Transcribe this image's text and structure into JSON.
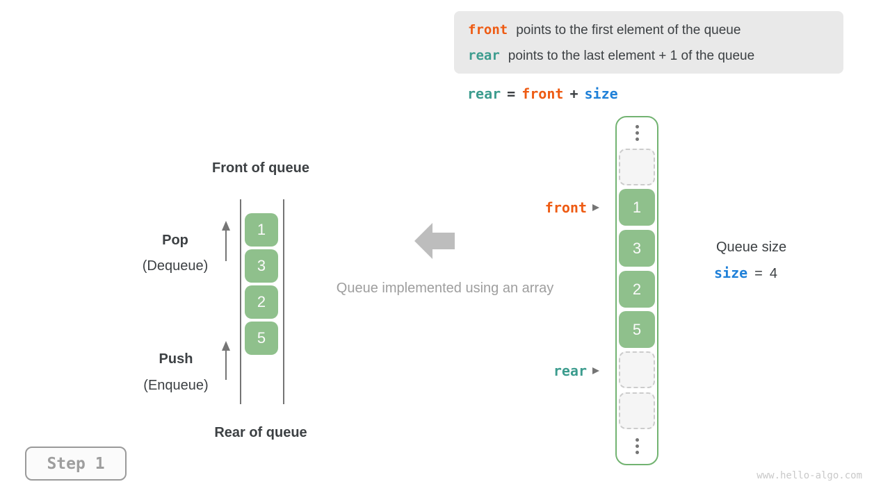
{
  "colors": {
    "orange": "#EE5B13",
    "teal": "#3C9C8E",
    "blue": "#1F80D8",
    "dark_text": "#3C4043",
    "gray_text": "#9E9E9E",
    "green_fill": "#8FC08C",
    "green_border": "#72B371",
    "block_arrow_gray": "#BDBDBD"
  },
  "info_box": {
    "line1": {
      "code": "front",
      "text": "points to the first element of the queue"
    },
    "line2": {
      "code": "rear",
      "text": "points to the last element + 1 of the queue"
    }
  },
  "formula": {
    "rear": "rear",
    "eq": "=",
    "front": "front",
    "plus": "+",
    "size": "size"
  },
  "left_queue": {
    "front_label": "Front of queue",
    "rear_label": "Rear of queue",
    "pop_title": "Pop",
    "pop_subtitle": "(Dequeue)",
    "push_title": "Push",
    "push_subtitle": "(Enqueue)",
    "values": [
      "1",
      "3",
      "2",
      "5"
    ]
  },
  "middle": {
    "caption": "Queue implemented using an array"
  },
  "array": {
    "values": [
      "1",
      "3",
      "2",
      "5"
    ],
    "front_pointer": "front",
    "rear_pointer": "rear"
  },
  "size_panel": {
    "title": "Queue size",
    "code": "size",
    "eq": "=",
    "value": "4"
  },
  "step_badge": {
    "label": "Step 1"
  },
  "watermark": "www.hello-algo.com"
}
